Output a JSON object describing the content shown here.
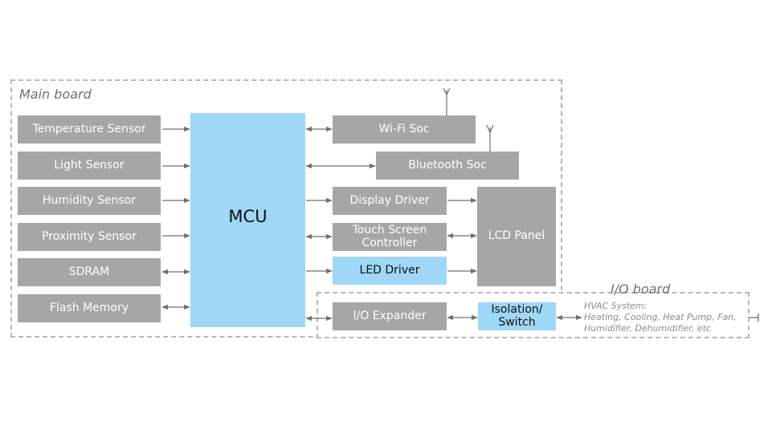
{
  "boards": {
    "main": "Main board",
    "io": "I/O board"
  },
  "sensors": {
    "temperature": "Temperature Sensor",
    "light": "Light Sensor",
    "humidity": "Humidity Sensor",
    "proximity": "Proximity Sensor",
    "sdram": "SDRAM",
    "flash": "Flash Memory"
  },
  "mcu": "MCU",
  "peripherals": {
    "wifi": "Wi-Fi Soc",
    "bluetooth": "Bluetooth Soc",
    "display_driver": "Display Driver",
    "touch_line1": "Touch Screen",
    "touch_line2": "Controller",
    "led_driver": "LED Driver",
    "lcd_panel": "LCD Panel"
  },
  "io": {
    "expander": "I/O Expander",
    "isolation_line1": "Isolation/",
    "isolation_line2": "Switch",
    "hvac_lines": [
      "HVAC System:",
      "Heating, Cooling, Heat Pump, Fan,",
      "Humidifier, Dehumidifier, etc"
    ]
  },
  "colors": {
    "grey_block": "#a6a6a6",
    "blue_block": "#9fd7f7",
    "arrow": "#707070",
    "dashed_border": "#b7b7b7"
  }
}
